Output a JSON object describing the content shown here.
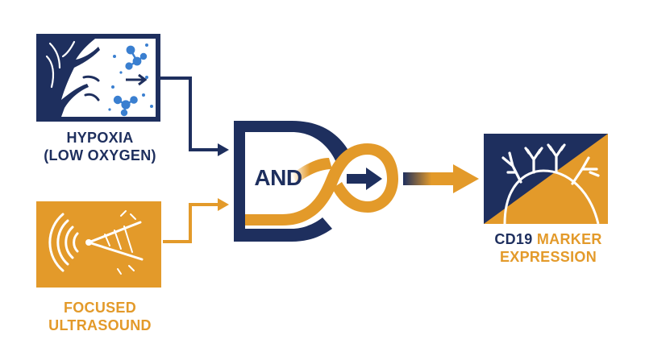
{
  "colors": {
    "navy": "#1e2f5e",
    "orange": "#e39a2a",
    "molecule_blue": "#3a7fd0",
    "background": "#ffffff"
  },
  "inputs": [
    {
      "id": "hypoxia",
      "lines": [
        "HYPOXIA",
        "(LOW OXYGEN)"
      ],
      "icon": "tree-roots-molecules-icon"
    },
    {
      "id": "focused_ultrasound",
      "lines": [
        "FOCUSED",
        "ULTRASOUND"
      ],
      "icon": "ultrasound-waves-icon"
    }
  ],
  "gate": {
    "label": "AND",
    "icon": "and-logic-gate-icon"
  },
  "output": {
    "line1_part1": "CD19",
    "line1_part2": "MARKER",
    "line2": "EXPRESSION",
    "icon": "cell-antibody-receptors-icon"
  }
}
